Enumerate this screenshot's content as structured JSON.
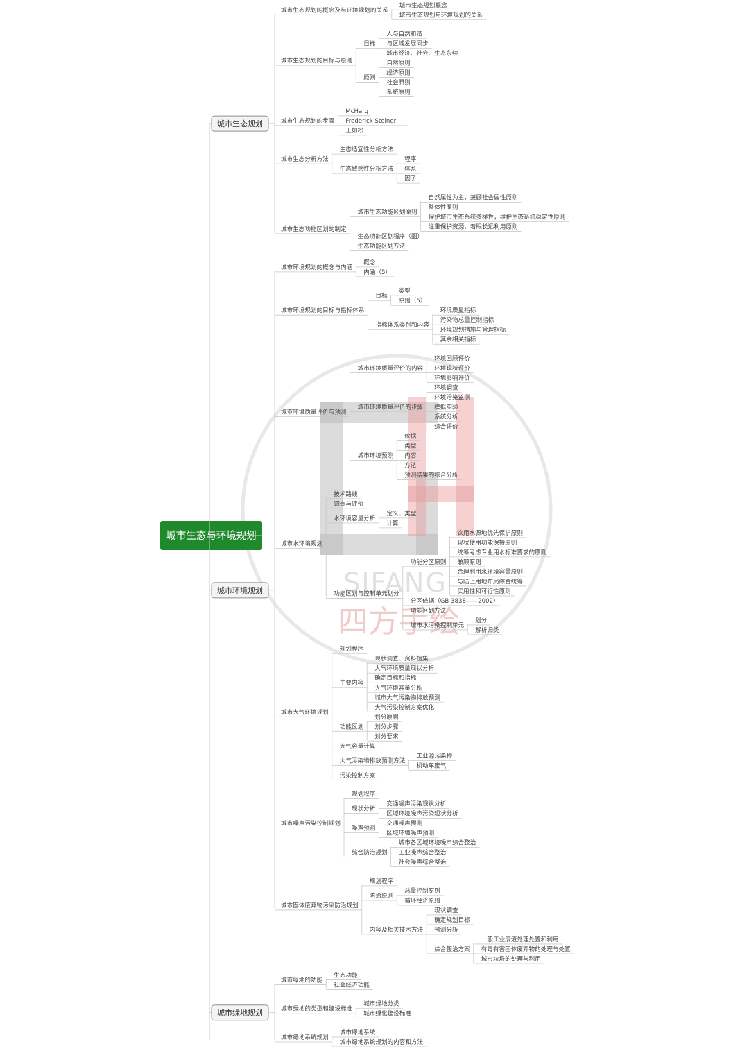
{
  "root": "城市生态与环境规划",
  "colors": {
    "root_bg": "#1f8a2c",
    "root_text": "#ffffff",
    "line": "#c8c8c8",
    "text": "#444444",
    "box_border": "#8f8f8f"
  },
  "watermark": {
    "latin": "SIFANG",
    "chinese": "四方手绘"
  },
  "branches": [
    {
      "label": "城市生态规划",
      "children": [
        {
          "label": "城市生态规划的概念及与环境规划的关系",
          "children": [
            {
              "label": "城市生态规划概念"
            },
            {
              "label": "城市生态规划与环境规划的关系"
            }
          ]
        },
        {
          "label": "城市生态规划的目标与原则",
          "children": [
            {
              "label": "目标",
              "children": [
                {
                  "label": "人与自然和谐"
                },
                {
                  "label": "与区域发展同步"
                },
                {
                  "label": "城市经济、社会、生态永续"
                }
              ]
            },
            {
              "label": "原则",
              "children": [
                {
                  "label": "自然原则"
                },
                {
                  "label": "经济原则"
                },
                {
                  "label": "社会原则"
                },
                {
                  "label": "系统原则"
                }
              ]
            }
          ]
        },
        {
          "label": "城市生态规划的步骤",
          "children": [
            {
              "label": "McHarg"
            },
            {
              "label": "Frederick Steiner"
            },
            {
              "label": "王如松"
            }
          ]
        },
        {
          "label": "城市生态分析方法",
          "children": [
            {
              "label": "生态适宜性分析方法"
            },
            {
              "label": "生态敏感性分析方法",
              "children": [
                {
                  "label": "程序"
                },
                {
                  "label": "体系"
                },
                {
                  "label": "因子"
                }
              ]
            }
          ]
        },
        {
          "label": "城市生态功能区划的制定",
          "children": [
            {
              "label": "城市生态功能区划原则",
              "children": [
                {
                  "label": "自然属性为主，兼顾社会属性原则"
                },
                {
                  "label": "整体性原则"
                },
                {
                  "label": "保护城市生态系统多样性，维护生态系统稳定性原则"
                },
                {
                  "label": "注重保护资源，着眼长远利用原则"
                }
              ]
            },
            {
              "label": "生态功能区划程序（图）"
            },
            {
              "label": "生态功能区划方法"
            }
          ]
        }
      ]
    },
    {
      "label": "城市环境规划",
      "children": [
        {
          "label": "城市环境规划的概念与内涵",
          "children": [
            {
              "label": "概念"
            },
            {
              "label": "内涵（5）"
            }
          ]
        },
        {
          "label": "城市环境规划的目标与指标体系",
          "children": [
            {
              "label": "目标",
              "children": [
                {
                  "label": "类型"
                },
                {
                  "label": "原则（5）"
                }
              ]
            },
            {
              "label": "指标体系类别和内容",
              "children": [
                {
                  "label": "环境质量指标"
                },
                {
                  "label": "污染物总量控制指标"
                },
                {
                  "label": "环境规划措施与管理指标"
                },
                {
                  "label": "其余相关指标"
                }
              ]
            }
          ]
        },
        {
          "label": "城市环境质量评价与预测",
          "children": [
            {
              "label": "城市环境质量评价的内容",
              "children": [
                {
                  "label": "环境回顾评价"
                },
                {
                  "label": "环境现状评价"
                },
                {
                  "label": "环境影响评价"
                }
              ]
            },
            {
              "label": "城市环境质量评价的步骤",
              "children": [
                {
                  "label": "环境调查"
                },
                {
                  "label": "环境污染监测"
                },
                {
                  "label": "模拟实验"
                },
                {
                  "label": "系统分析"
                },
                {
                  "label": "综合评价"
                }
              ]
            },
            {
              "label": "城市环境预测",
              "children": [
                {
                  "label": "依据"
                },
                {
                  "label": "类型"
                },
                {
                  "label": "内容"
                },
                {
                  "label": "方法"
                },
                {
                  "label": "预测结果的综合分析"
                }
              ]
            }
          ]
        },
        {
          "label": "城市水环境规划",
          "children": [
            {
              "label": "技术路线"
            },
            {
              "label": "调查与评价"
            },
            {
              "label": "水环境容量分析",
              "children": [
                {
                  "label": "定义、类型"
                },
                {
                  "label": "计算"
                }
              ]
            },
            {
              "label": "功能区划与控制单元划分",
              "children": [
                {
                  "label": "功能分区原则",
                  "children": [
                    {
                      "label": "饮用水源地优先保护原则"
                    },
                    {
                      "label": "现状使用功能保持原则"
                    },
                    {
                      "label": "统筹考虑专业用水标准要求的原则"
                    },
                    {
                      "label": "兼顾原则"
                    },
                    {
                      "label": "合理利用水环境容量原则"
                    },
                    {
                      "label": "与陆上用地布局综合统筹"
                    },
                    {
                      "label": "实用性和可行性原则"
                    }
                  ]
                },
                {
                  "label": "分区依据（GB 3838——2002）"
                },
                {
                  "label": "功能区划方法"
                },
                {
                  "label": "城市水污染控制单元",
                  "children": [
                    {
                      "label": "划分"
                    },
                    {
                      "label": "解析归类"
                    }
                  ]
                }
              ]
            }
          ]
        },
        {
          "label": "城市大气环境规划",
          "children": [
            {
              "label": "规划程序"
            },
            {
              "label": "主要内容",
              "children": [
                {
                  "label": "现状调查、资料搜集"
                },
                {
                  "label": "大气环境质量现状分析"
                },
                {
                  "label": "确定目标和指标"
                },
                {
                  "label": "大气环境容量分析"
                },
                {
                  "label": "城市大气污染物排放预测"
                },
                {
                  "label": "大气污染控制方案优化"
                }
              ]
            },
            {
              "label": "功能区划",
              "children": [
                {
                  "label": "划分原则"
                },
                {
                  "label": "划分步骤"
                },
                {
                  "label": "划分要求"
                }
              ]
            },
            {
              "label": "大气容量计算"
            },
            {
              "label": "大气污染物排放预测方法",
              "children": [
                {
                  "label": "工业源污染物"
                },
                {
                  "label": "机动车废气"
                }
              ]
            },
            {
              "label": "污染控制方案"
            }
          ]
        },
        {
          "label": "城市噪声污染控制规划",
          "children": [
            {
              "label": "规划程序"
            },
            {
              "label": "现状分析",
              "children": [
                {
                  "label": "交通噪声污染现状分析"
                },
                {
                  "label": "区域环境噪声污染现状分析"
                }
              ]
            },
            {
              "label": "噪声预测",
              "children": [
                {
                  "label": "交通噪声预测"
                },
                {
                  "label": "区域环境噪声预测"
                }
              ]
            },
            {
              "label": "综合防治规划",
              "children": [
                {
                  "label": "城市各区域环境噪声综合整治"
                },
                {
                  "label": "工业噪声综合整治"
                },
                {
                  "label": "社会噪声综合整治"
                }
              ]
            }
          ]
        },
        {
          "label": "城市固体废弃物污染防治规划",
          "children": [
            {
              "label": "规划程序"
            },
            {
              "label": "防治原则",
              "children": [
                {
                  "label": "总量控制原则"
                },
                {
                  "label": "循环经济原则"
                }
              ]
            },
            {
              "label": "内容及相关技术方法",
              "children": [
                {
                  "label": "现状调查"
                },
                {
                  "label": "确定规划目标"
                },
                {
                  "label": "预测分析"
                },
                {
                  "label": "综合整治方案",
                  "children": [
                    {
                      "label": "一般工业废渣处理处置和利用"
                    },
                    {
                      "label": "有毒有害固体废弃物的处理与处置"
                    },
                    {
                      "label": "城市垃圾的处理与利用"
                    }
                  ]
                }
              ]
            }
          ]
        }
      ]
    },
    {
      "label": "城市绿地规划",
      "children": [
        {
          "label": "城市绿地的功能",
          "children": [
            {
              "label": "生态功能"
            },
            {
              "label": "社会经济功能"
            }
          ]
        },
        {
          "label": "城市绿地的类型和建设标准",
          "children": [
            {
              "label": "城市绿地分类"
            },
            {
              "label": "城市绿化建设标准"
            }
          ]
        },
        {
          "label": "城市绿地系统规划",
          "children": [
            {
              "label": "城市绿地系统"
            },
            {
              "label": "城市绿地系统规划的内容和方法"
            }
          ]
        }
      ]
    }
  ]
}
